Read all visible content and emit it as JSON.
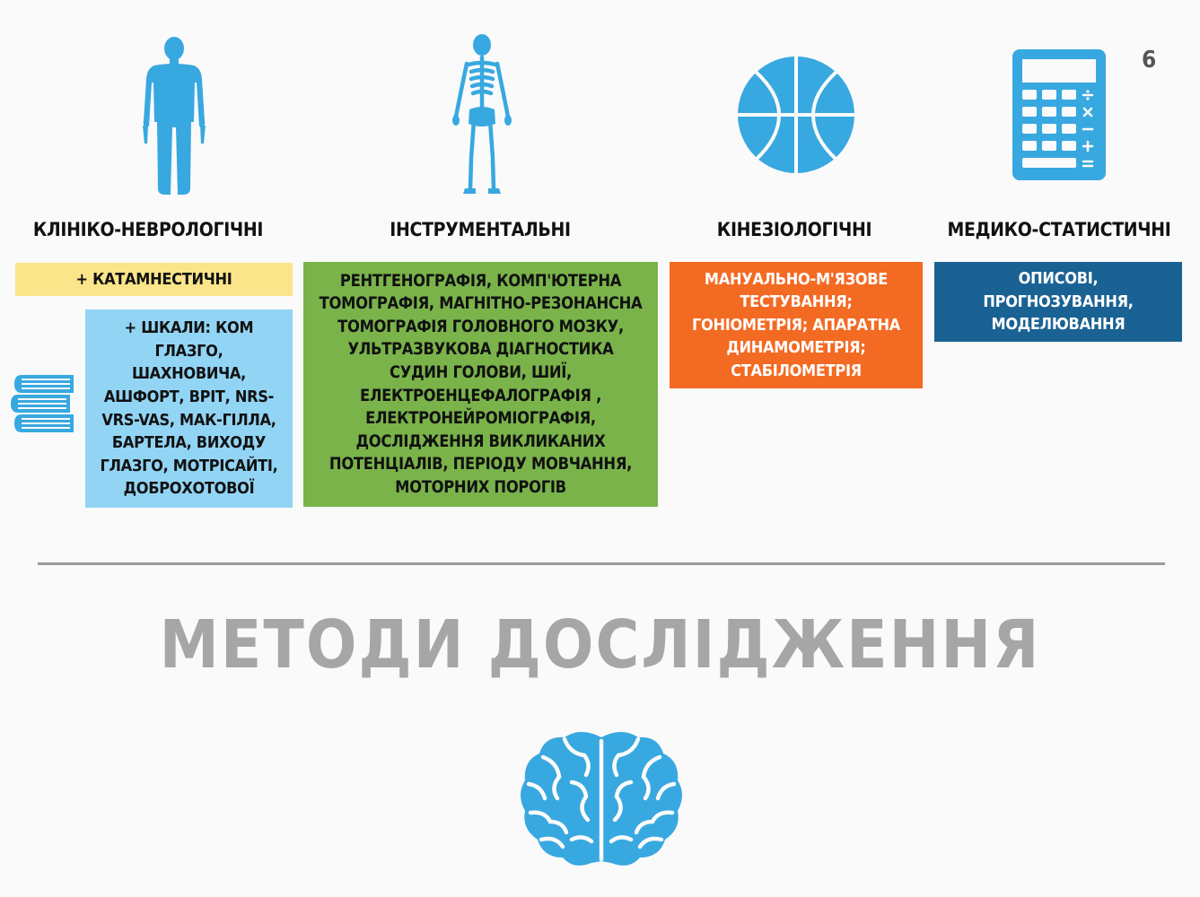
{
  "page_number": "6",
  "columns": [
    {
      "heading": "КЛІНІКО-НЕВРОЛОГІЧНІ"
    },
    {
      "heading": "ІНСТРУМЕНТАЛЬНІ"
    },
    {
      "heading": "КІНЕЗІОЛОГІЧНІ"
    },
    {
      "heading": "МЕДИКО-СТАТИСТИЧНІ"
    }
  ],
  "boxes": {
    "katamnestic": "+ КАТАМНЕСТИЧНІ",
    "scales": [
      "+ ШКАЛИ: КОМ",
      "ГЛАЗГО,",
      "ШАХНОВИЧА,",
      "АШФОРТ, ВРІТ, NRS-",
      "VRS-VAS, МАК-ГІЛЛА,",
      "БАРТЕЛА, ВИХОДУ",
      "ГЛАЗГО, МОТРІСАЙТІ,",
      "ДОБРОХОТОВОЇ"
    ],
    "instrumental": [
      "РЕНТГЕНОГРАФІЯ, КОМП'ЮТЕРНА",
      "ТОМОГРАФІЯ, МАГНІТНО-РЕЗОНАНСНА",
      "ТОМОГРАФІЯ ГОЛОВНОГО МОЗКУ,",
      "УЛЬТРАЗВУКОВА ДІАГНОСТИКА",
      "СУДИН ГОЛОВИ, ШИЇ,",
      "ЕЛЕКТРОЕНЦЕФАЛОГРАФІЯ ,",
      "ЕЛЕКТРОНЕЙРОМІОГРАФІЯ,",
      "ДОСЛІДЖЕННЯ ВИКЛИКАНИХ",
      "ПОТЕНЦІАЛІВ, ПЕРІОДУ МОВЧАННЯ,",
      "МОТОРНИХ ПОРОГІВ"
    ],
    "kinesiological": [
      "МАНУАЛЬНО-М'ЯЗОВЕ",
      "ТЕСТУВАННЯ;",
      "ГОНІОМЕТРІЯ; АПАРАТНА",
      "ДИНАМОМЕТРІЯ;",
      "СТАБІЛОМЕТРІЯ"
    ],
    "statistical": [
      "ОПИСОВІ,",
      "ПРОГНОЗУВАННЯ,",
      "МОДЕЛЮВАННЯ"
    ]
  },
  "title": "МЕТОДИ ДОСЛІДЖЕННЯ",
  "colors": {
    "icon_blue": "#38a8e0",
    "yellow": "#fbe58a",
    "light_blue": "#92d4f4",
    "green": "#7ab34a",
    "orange": "#f36a23",
    "dark_blue": "#1b6294",
    "title_gray": "#a6a6a6"
  },
  "icons": [
    "human-body-icon",
    "skeleton-icon",
    "basketball-icon",
    "calculator-icon",
    "books-icon",
    "brain-icon"
  ]
}
